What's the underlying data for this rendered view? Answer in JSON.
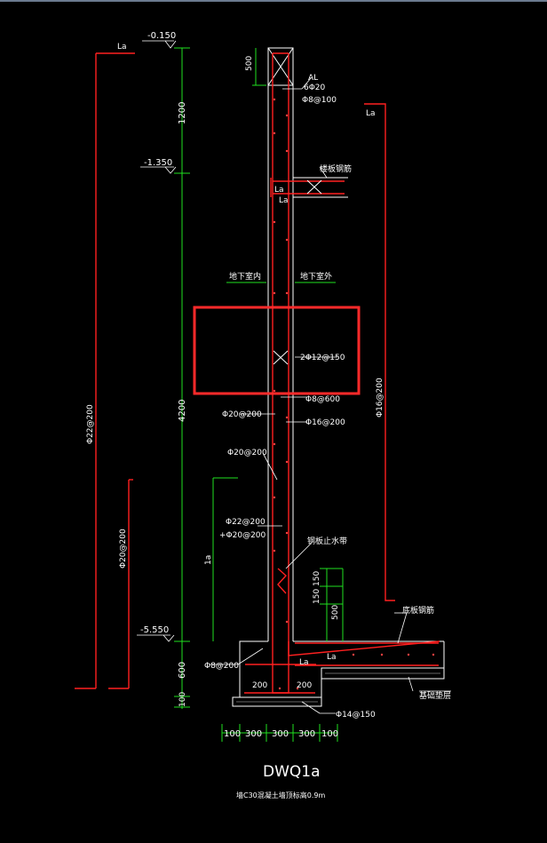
{
  "drawing": {
    "title": "DWQ1a",
    "subtitle": "墙C30混凝土墙顶标高0.9m"
  },
  "elevations": {
    "top": "-0.150",
    "mid": "-1.350",
    "bottom": "-5.550"
  },
  "dims_vertical": {
    "d500": "500",
    "d1200": "1200",
    "d4200": "4200",
    "d600": "600",
    "d100": "100",
    "d150a": "150",
    "d150b": "150",
    "d500b": "500",
    "dla": "1a"
  },
  "dims_horizontal": [
    "100",
    "300",
    "300",
    "300",
    "100"
  ],
  "rebar_labels": {
    "al": "AL",
    "al_bars": "6Φ20",
    "al_stirrup": "Φ8@100",
    "slab": "楼板钢筋",
    "floor_left": "地下室内",
    "floor_right": "地下室外",
    "x_bar": "2Φ12@150",
    "r1": "Φ8@600",
    "r2": "Φ20@200",
    "r3": "Φ16@200",
    "r4": "Φ20@200",
    "r5": "Φ22@200",
    "r6": "+Φ20@200",
    "waterstop": "钢板止水带",
    "footing_stirrup": "Φ8@200",
    "footing_bottom": "Φ14@150",
    "d200a": "200",
    "d200b": "200",
    "left_long": "Φ22@200",
    "left_short": "Φ20@200",
    "right_long": "Φ16@200",
    "base_slab": "底板钢筋",
    "base_cushion": "基础垫层",
    "la1": "La",
    "la2": "La",
    "la3": "La",
    "la4": "La",
    "la5": "La",
    "la6": "La"
  },
  "colors": {
    "background": "#000000",
    "rebar": "#ff2020",
    "dimension": "#20e020",
    "text": "#ffffff",
    "highlight": "#ff2a2a"
  }
}
